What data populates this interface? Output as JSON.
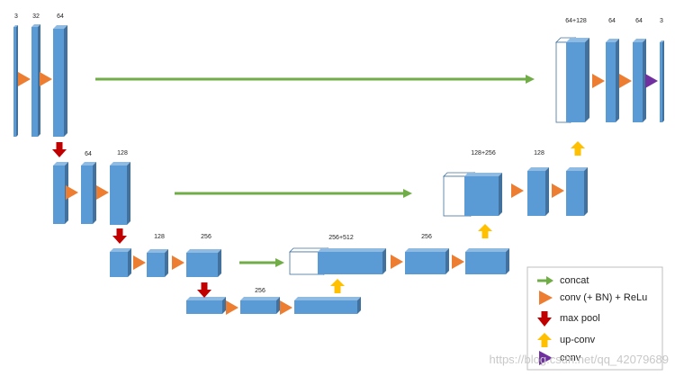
{
  "colors": {
    "block_front": "#5b9bd5",
    "block_top": "#8fbbe3",
    "block_side": "#41719c",
    "concat_arrow": "#70ad47",
    "conv_arrow": "#ed7d31",
    "maxpool_arrow": "#c00000",
    "upconv_arrow": "#ffc000",
    "final_conv_arrow": "#7030a0"
  },
  "labels": {
    "enc1_in": "3",
    "enc1_c1": "32",
    "enc1_c2": "64",
    "enc2_c1": "64",
    "enc2_c2": "128",
    "enc3_c1": "128",
    "enc3_c2": "256",
    "bottleneck": "256",
    "dec3_concat": "256+512",
    "dec3_out": "256",
    "dec2_concat": "128+256",
    "dec2_out": "128",
    "dec1_concat": "64+128",
    "dec1_c1": "64",
    "dec1_c2": "64",
    "output": "3"
  },
  "legend": {
    "concat": "concat",
    "conv": "conv (+ BN) + ReLu",
    "maxpool": "max pool",
    "upconv": "up-conv",
    "final_conv": "conv"
  },
  "watermark": "https://blog.csdn.net/qq_42079689"
}
